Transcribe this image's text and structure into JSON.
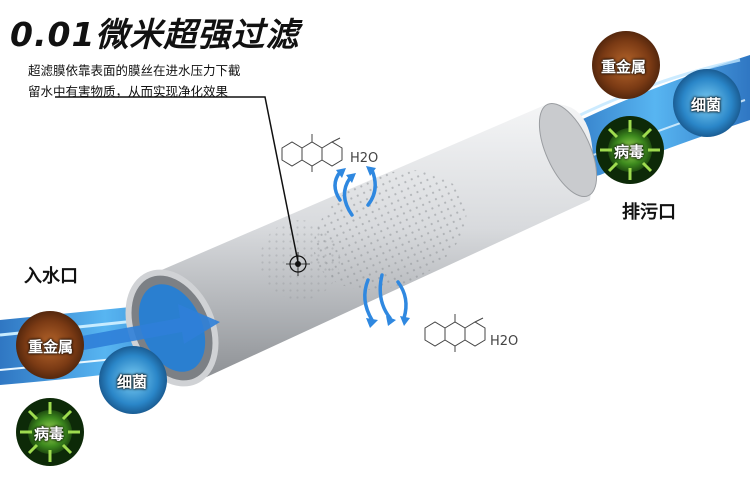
{
  "title": "0.01微米超强过滤",
  "description": {
    "line1": "超滤膜依靠表面的膜丝在进水压力下截",
    "line2": "留水中有害物质，从而实现净化效果"
  },
  "inlet_label": "入水口",
  "outlet_label": "排污口",
  "contaminants": {
    "heavy_metal": "重金属",
    "bacteria": "细菌",
    "virus": "病毒"
  },
  "molecule_label": "H2O",
  "colors": {
    "water": "#1f8fe0",
    "arrow": "#2f7fd8",
    "heavy_metal": "#8a4a1e",
    "bacteria": "#2f8fcf",
    "virus": "#4f9a2a"
  },
  "icons": [
    "heavy-metal-particle-icon",
    "bacteria-icon",
    "virus-icon",
    "flow-arrow-icon",
    "molecule-icon",
    "membrane-pore-target-icon"
  ]
}
